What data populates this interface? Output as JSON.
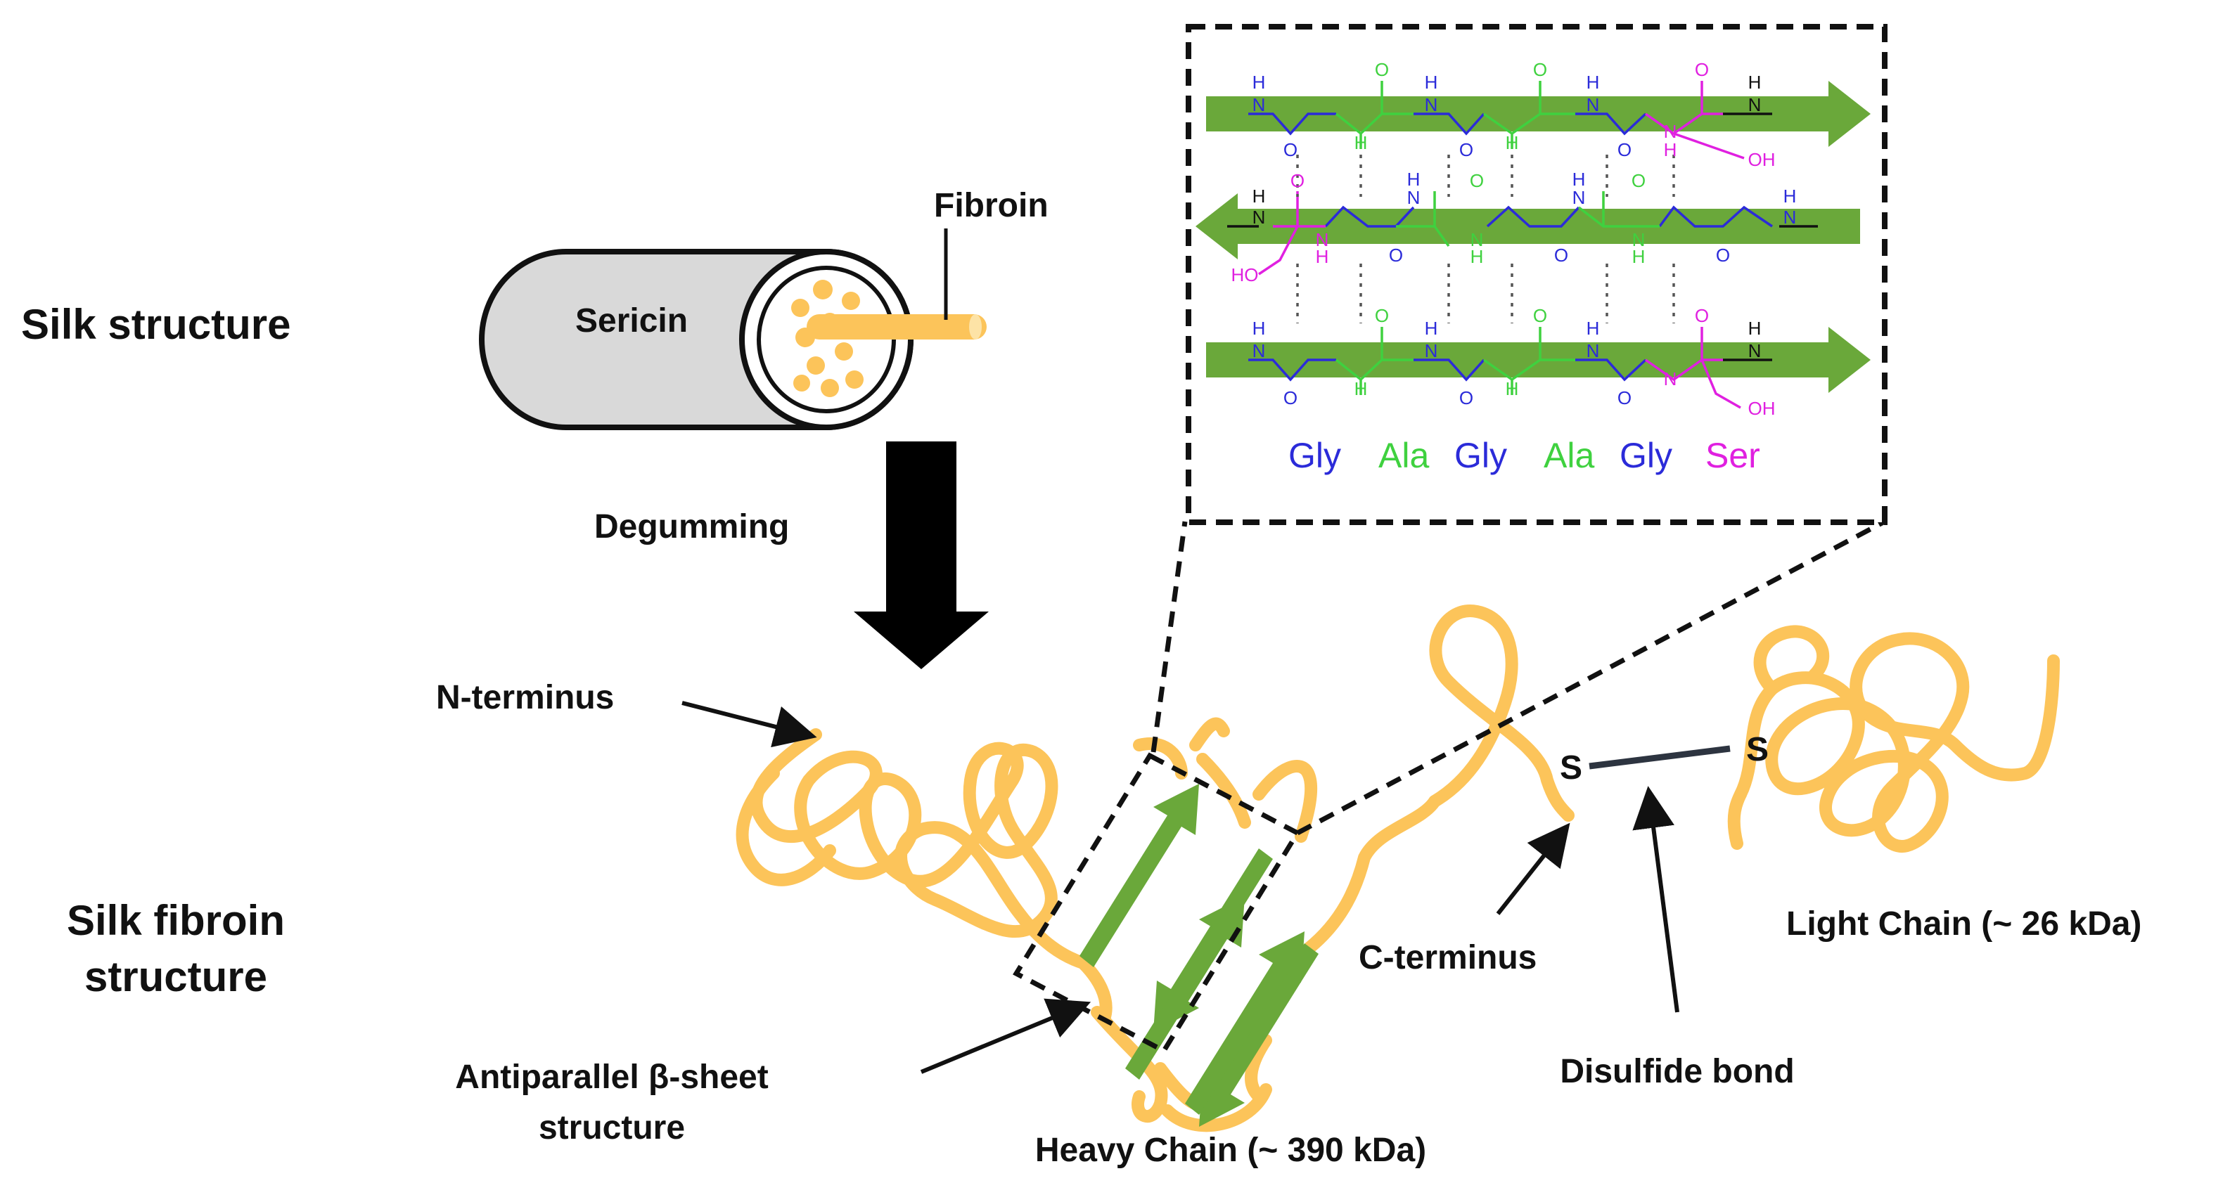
{
  "labels": {
    "silk_structure": "Silk structure",
    "silk_fibroin_structure_line1": "Silk fibroin",
    "silk_fibroin_structure_line2": "structure",
    "fibroin": "Fibroin",
    "sericin": "Sericin",
    "degumming": "Degumming",
    "n_terminus": "N-terminus",
    "c_terminus": "C-terminus",
    "antiparallel_line1": "Antiparallel  β-sheet",
    "antiparallel_line2": "structure",
    "heavy_chain": "Heavy Chain (~ 390 kDa)",
    "light_chain": "Light Chain (~ 26 kDa)",
    "disulfide_bond": "Disulfide bond",
    "sulfur_left": "S",
    "sulfur_right": "S"
  },
  "sequence": [
    {
      "residue": "Gly",
      "color": "#2b2bd9"
    },
    {
      "residue": "Ala",
      "color": "#3fd13f"
    },
    {
      "residue": "Gly",
      "color": "#2b2bd9"
    },
    {
      "residue": "Ala",
      "color": "#3fd13f"
    },
    {
      "residue": "Gly",
      "color": "#2b2bd9"
    },
    {
      "residue": "Ser",
      "color": "#e020e0"
    }
  ],
  "chem_atoms": {
    "nitrogen": "N",
    "hydrogen": "H",
    "oxygen": "O",
    "hydroxyl_right": "OH",
    "hydroxyl_left": "HO"
  },
  "colors": {
    "chain": "#fcc45a",
    "beta_sheet": "#6aa83a",
    "gly": "#2b2bd9",
    "ala": "#3fd13f",
    "ser": "#e020e0",
    "sericin_fill": "#d9d9d9",
    "bond": "#2d3440"
  }
}
